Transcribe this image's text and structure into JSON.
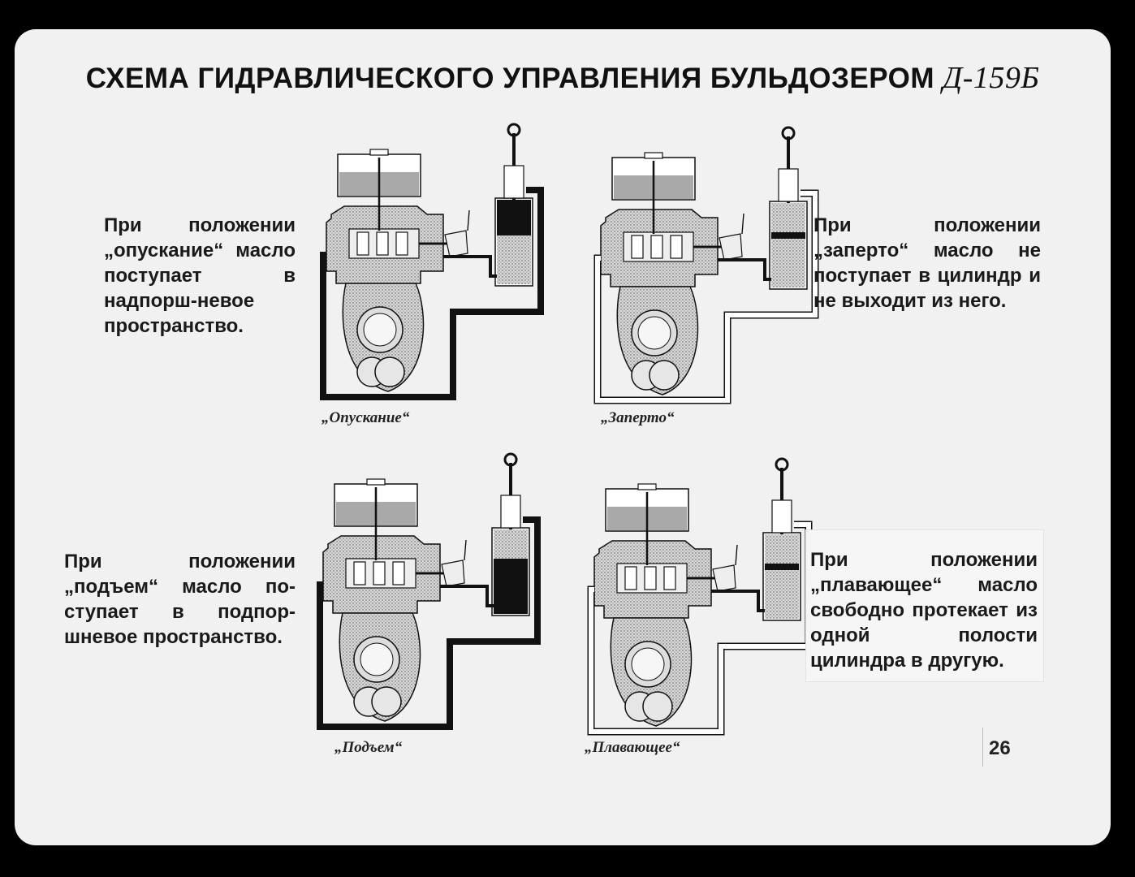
{
  "title": {
    "main": "СХЕМА ГИДРАВЛИЧЕСКОГО УПРАВЛЕНИЯ БУЛЬДОЗЕРОМ",
    "model": "Д-159Б"
  },
  "panels": [
    {
      "caption": "„Опускание“",
      "description": "При положении „опускание“ масло поступает в надпорш-невое пространство."
    },
    {
      "caption": "„Заперто“",
      "description": "При положении „заперто“ масло не поступает в цилиндр и не выходит из него."
    },
    {
      "caption": "„Подъем“",
      "description": "При положении „подъем“ масло по-ступает в подпор-шневое пространство."
    },
    {
      "caption": "„Плавающее“",
      "description": "При положении „плавающее“ масло свободно протекает из одной полости цилиндра в другую."
    }
  ],
  "page_number": "26",
  "colors": {
    "background": "#f1f1f1",
    "frame": "#000000",
    "ink": "#111111",
    "oil_pressure": "#111111",
    "oil_reservoir": "#a9a9a9"
  }
}
